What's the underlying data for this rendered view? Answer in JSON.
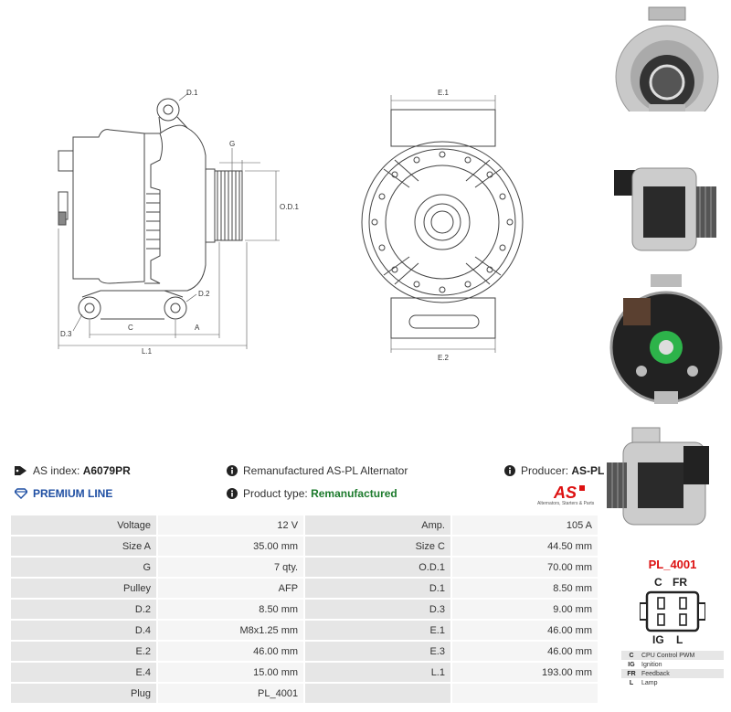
{
  "drawing": {
    "labels": {
      "d1": "D.1",
      "g": "G",
      "od1": "O.D.1",
      "d2": "D.2",
      "d3": "D.3",
      "c": "C",
      "a": "A",
      "l1": "L.1",
      "e1": "E.1",
      "e2": "E.2"
    }
  },
  "info": {
    "as_index_label": "AS index:",
    "as_index_value": "A6079PR",
    "premium": "PREMIUM LINE",
    "description": "Remanufactured AS-PL Alternator",
    "product_type_label": "Product type:",
    "product_type_value": "Remanufactured",
    "producer_label": "Producer:",
    "producer_value": "AS-PL"
  },
  "logo": {
    "text": "AS",
    "subtitle": "Alternators, Starters & Parts"
  },
  "specs": [
    [
      {
        "label": "Voltage",
        "value": "12 V"
      },
      {
        "label": "Amp.",
        "value": "105 A"
      }
    ],
    [
      {
        "label": "Size A",
        "value": "35.00 mm"
      },
      {
        "label": "Size C",
        "value": "44.50 mm"
      }
    ],
    [
      {
        "label": "G",
        "value": "7 qty."
      },
      {
        "label": "O.D.1",
        "value": "70.00 mm"
      }
    ],
    [
      {
        "label": "Pulley",
        "value": "AFP"
      },
      {
        "label": "D.1",
        "value": "8.50 mm"
      }
    ],
    [
      {
        "label": "D.2",
        "value": "8.50 mm"
      },
      {
        "label": "D.3",
        "value": "9.00 mm"
      }
    ],
    [
      {
        "label": "D.4",
        "value": "M8x1.25 mm"
      },
      {
        "label": "E.1",
        "value": "46.00 mm"
      }
    ],
    [
      {
        "label": "E.2",
        "value": "46.00 mm"
      },
      {
        "label": "E.3",
        "value": "46.00 mm"
      }
    ],
    [
      {
        "label": "E.4",
        "value": "15.00 mm"
      },
      {
        "label": "L.1",
        "value": "193.00 mm"
      }
    ],
    [
      {
        "label": "Plug",
        "value": "PL_4001"
      },
      {
        "label": "",
        "value": ""
      }
    ]
  ],
  "plug": {
    "title": "PL_4001",
    "pins_top": [
      "C",
      "FR"
    ],
    "pins_bottom": [
      "IG",
      "L"
    ],
    "legend": [
      {
        "key": "C",
        "desc": "CPU Control PWM"
      },
      {
        "key": "IG",
        "desc": "Ignition"
      },
      {
        "key": "FR",
        "desc": "Feedback"
      },
      {
        "key": "L",
        "desc": "Lamp"
      }
    ]
  },
  "icons": {
    "tag": "tag-icon",
    "info": "info-icon",
    "diamond": "diamond-icon"
  },
  "colors": {
    "premium": "#1f4fa3",
    "type": "#1c7a2c",
    "brand_red": "#dd1111"
  }
}
